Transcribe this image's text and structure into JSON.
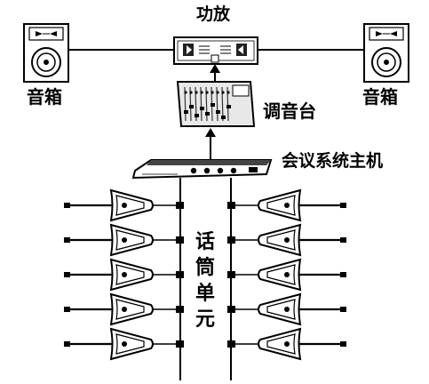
{
  "labels": {
    "amplifier": "功放",
    "speaker_left": "音箱",
    "speaker_right": "音箱",
    "mixer": "调音台",
    "host": "会议系统主机",
    "mic_units": [
      "话",
      "筒",
      "单",
      "元"
    ]
  },
  "mic_count_per_side": 5
}
